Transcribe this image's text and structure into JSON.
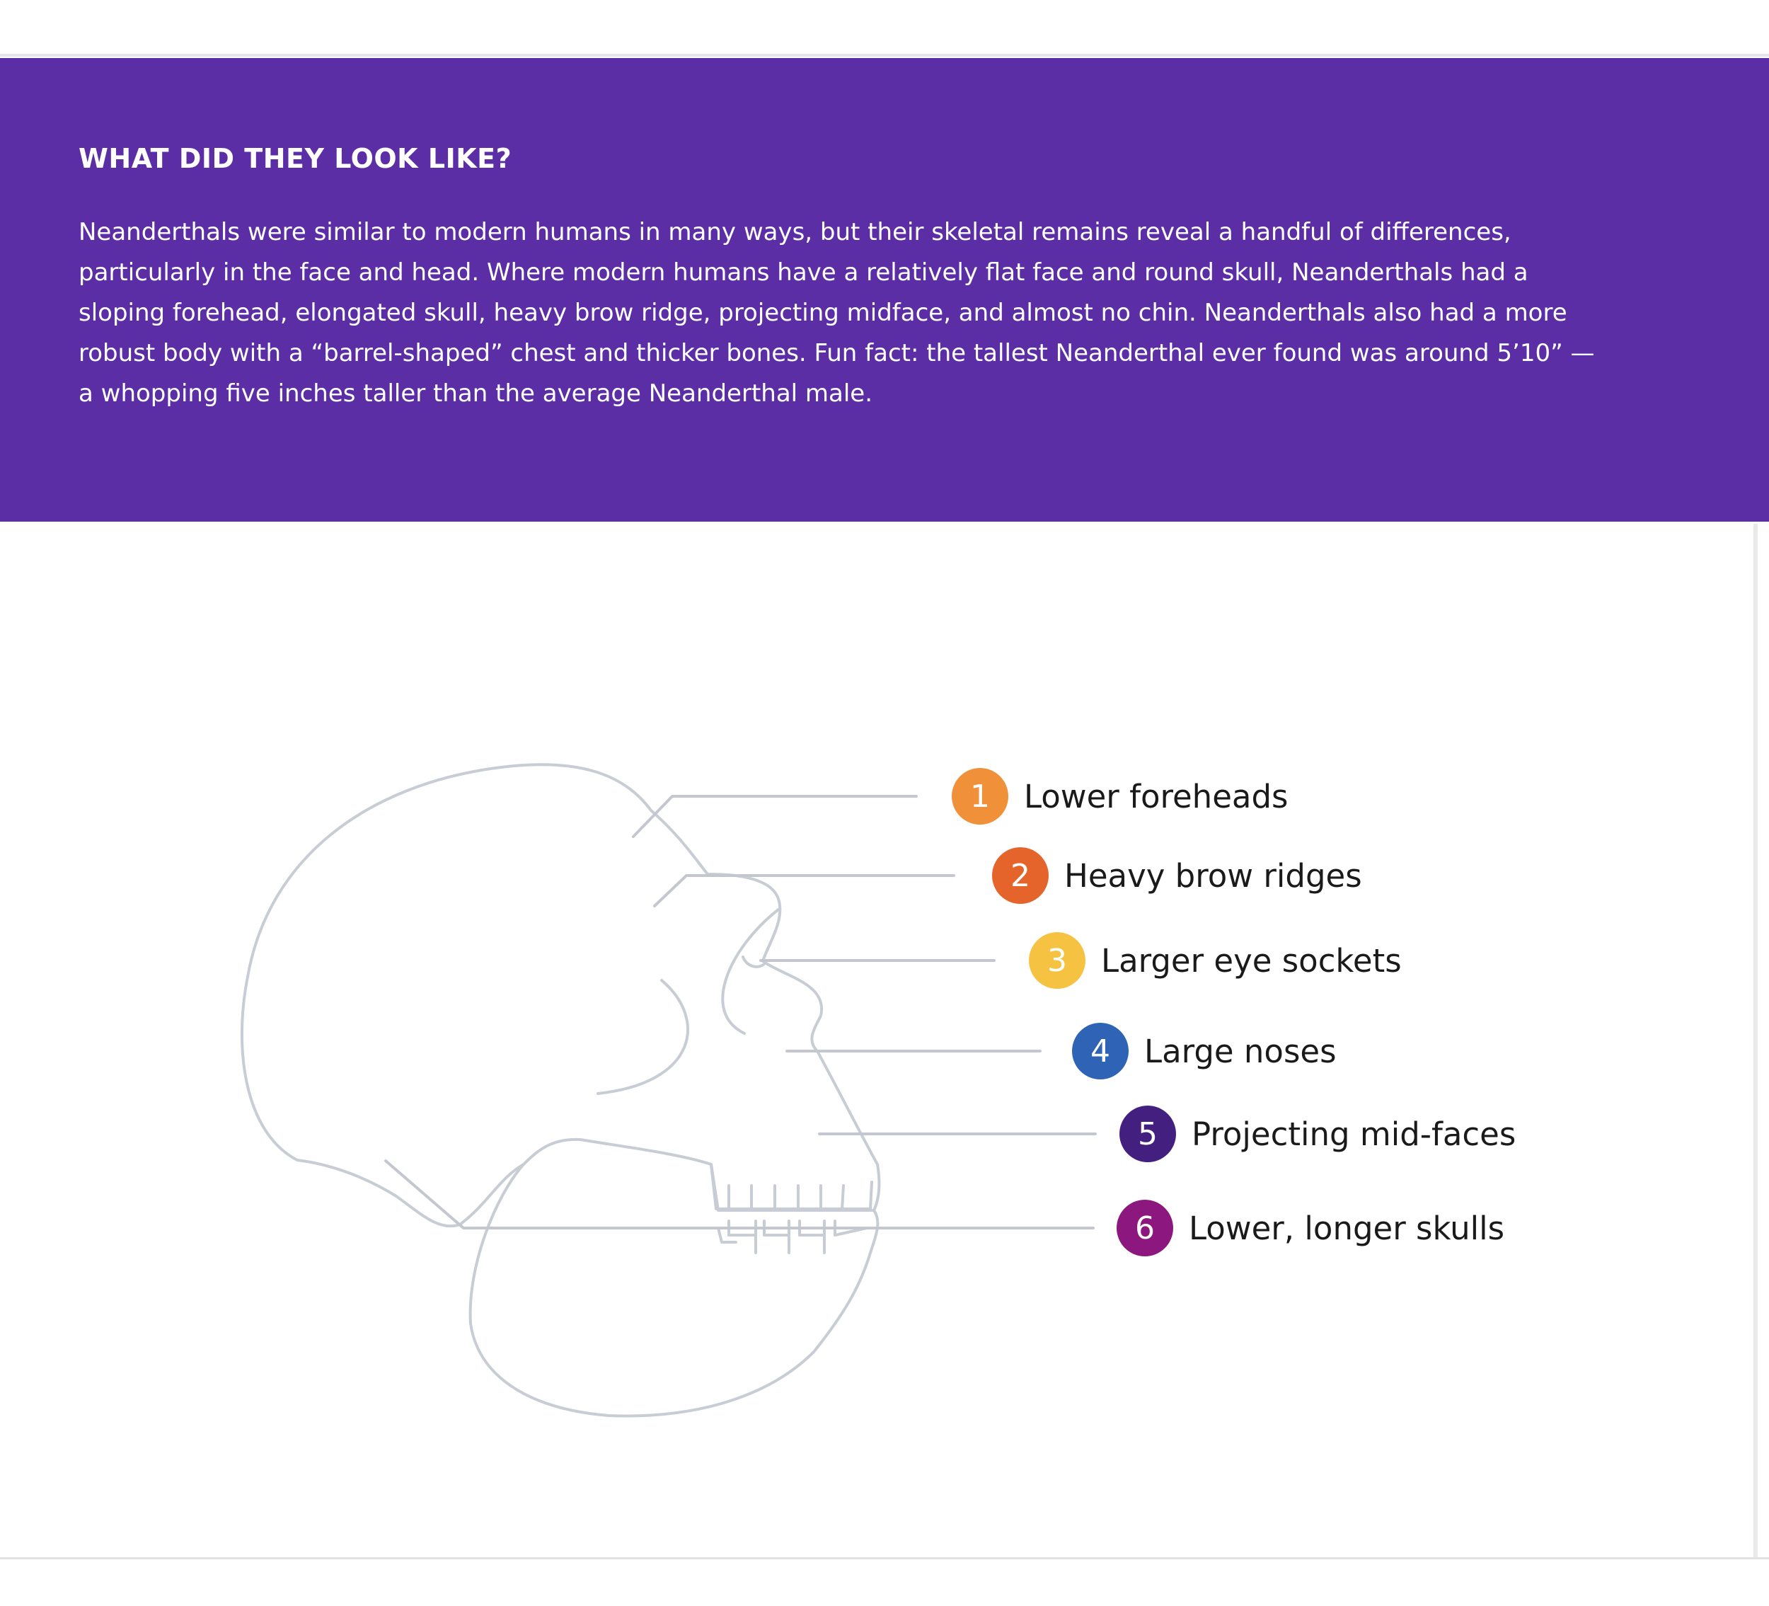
{
  "section": {
    "heading": "WHAT DID THEY LOOK LIKE?",
    "paragraph_lines": [
      "Neanderthals were similar to modern humans in many ways, but their skeletal remains reveal a handful of differences,",
      "particularly in the face and head. Where modern humans have a relatively flat face and round skull, Neanderthals had a",
      "sloping forehead, elongated skull, heavy brow ridge, projecting midface, and almost no chin. Neanderthals also had a more",
      "robust body with a “barrel-shaped” chest and thicker bones. Fun fact: the tallest Neanderthal ever found was around 5’10” —",
      "a whopping five inches taller than the average Neanderthal male."
    ]
  },
  "diagram": {
    "labels": [
      {
        "number": "1",
        "text": "Lower foreheads",
        "color": "#f0913a"
      },
      {
        "number": "2",
        "text": "Heavy brow ridges",
        "color": "#e5642b"
      },
      {
        "number": "3",
        "text": "Larger eye sockets",
        "color": "#f6c242"
      },
      {
        "number": "4",
        "text": "Large noses",
        "color": "#2f63b5"
      },
      {
        "number": "5",
        "text": "Projecting mid-faces",
        "color": "#43207f"
      },
      {
        "number": "6",
        "text": "Lower, longer skulls",
        "color": "#8c177f"
      }
    ]
  },
  "colors": {
    "band": "#5b2ea6",
    "skull_line": "#c8ccd4",
    "leader_line": "#c4c7cf"
  }
}
